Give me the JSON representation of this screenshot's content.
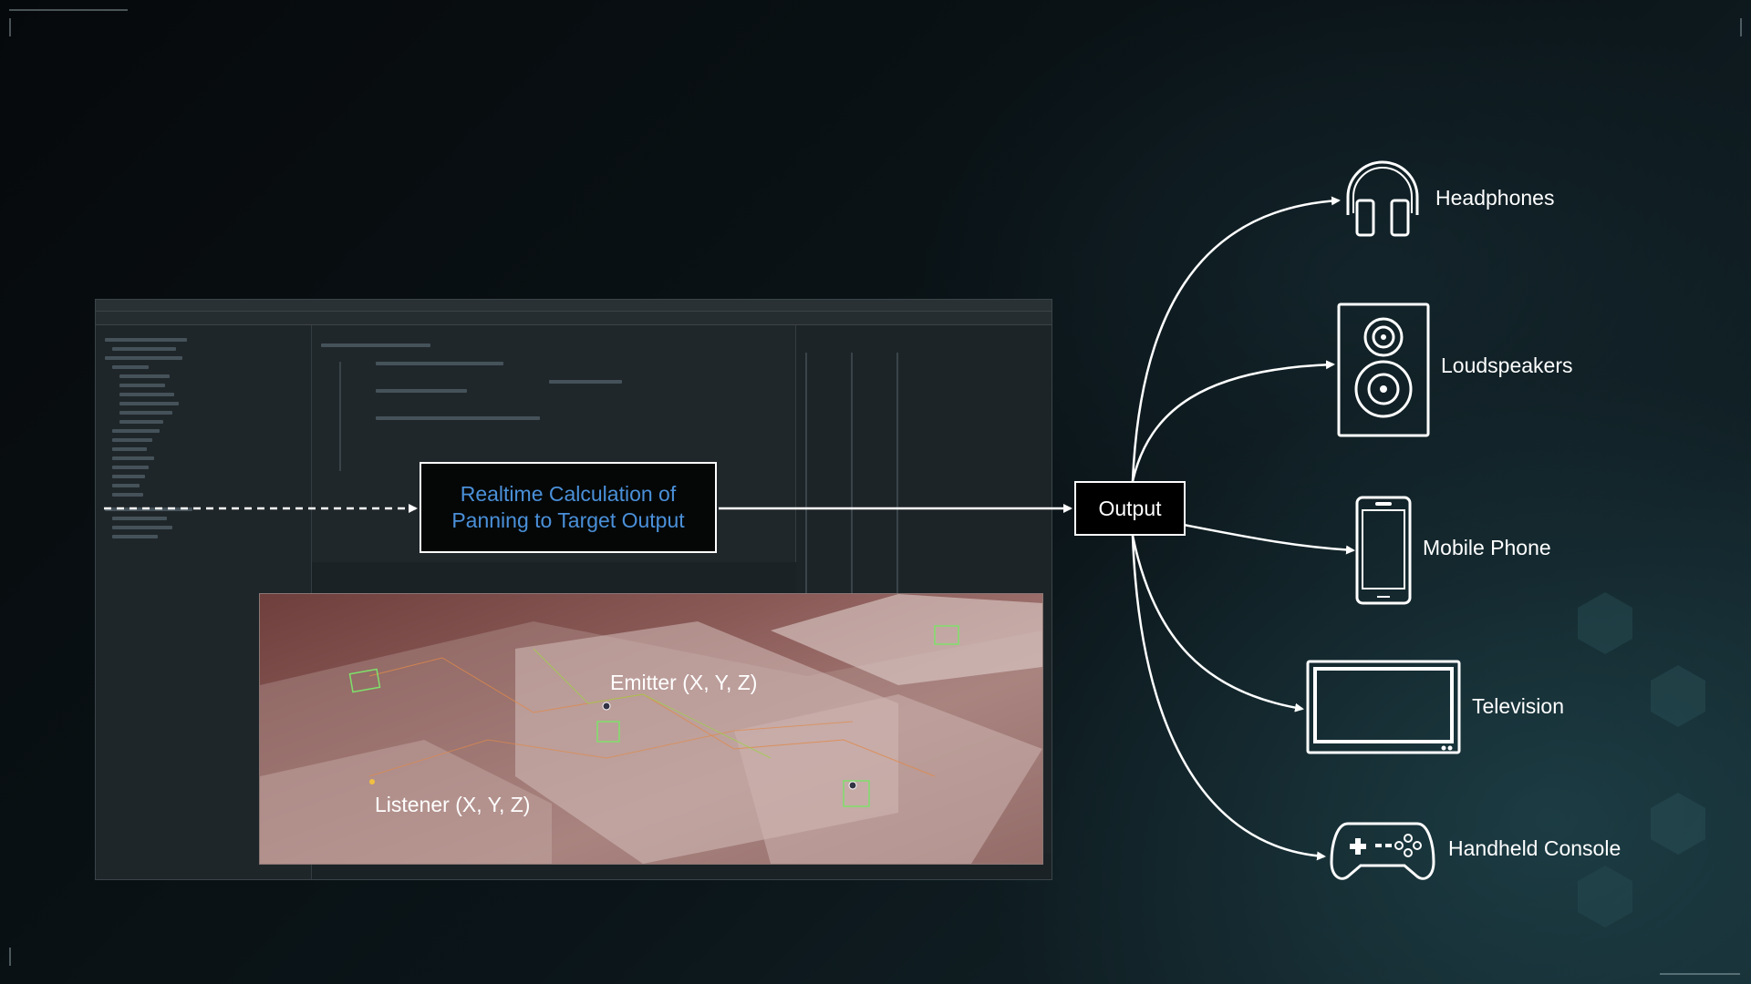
{
  "diagram": {
    "calc_box": {
      "line1": "Realtime Calculation of",
      "line2": "Panning to Target Output"
    },
    "output_label": "Output",
    "viewport": {
      "emitter_label": "Emitter (X, Y, Z)",
      "listener_label": "Listener (X, Y, Z)"
    },
    "devices": [
      {
        "label": "Headphones",
        "icon": "headphones-icon"
      },
      {
        "label": "Loudspeakers",
        "icon": "loudspeaker-icon"
      },
      {
        "label": "Mobile Phone",
        "icon": "mobile-phone-icon"
      },
      {
        "label": "Television",
        "icon": "television-icon"
      },
      {
        "label": "Handheld Console",
        "icon": "gamepad-icon"
      }
    ]
  },
  "colors": {
    "calc_text": "#4a90d9",
    "line": "#ffffff",
    "background": "#0a1418"
  }
}
